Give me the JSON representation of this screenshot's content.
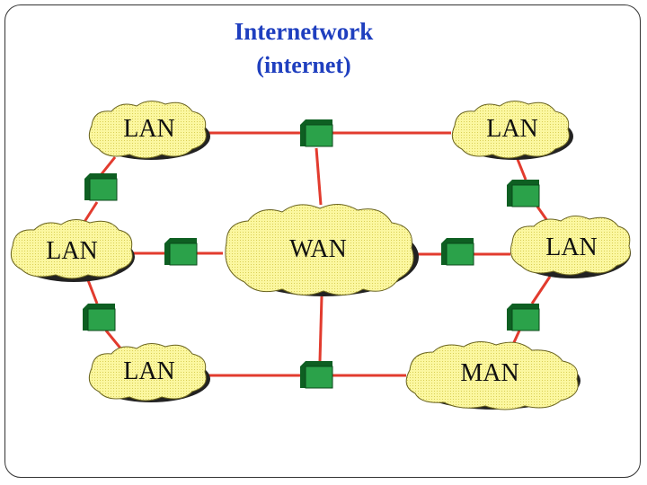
{
  "title": {
    "line1": "Internetwork",
    "line2": "(internet)"
  },
  "colors": {
    "title": "#1f3fbf",
    "cloud_fill": "#fbf7a0",
    "cloud_shadow": "#222222",
    "link": "#e23b2e",
    "router": "#1e8f3a"
  },
  "networks": [
    {
      "id": "lan-top-left",
      "label": "LAN"
    },
    {
      "id": "lan-top-right",
      "label": "LAN"
    },
    {
      "id": "lan-mid-left",
      "label": "LAN"
    },
    {
      "id": "wan-center",
      "label": "WAN"
    },
    {
      "id": "lan-mid-right",
      "label": "LAN"
    },
    {
      "id": "lan-bottom-left",
      "label": "LAN"
    },
    {
      "id": "man-bottom-right",
      "label": "MAN"
    }
  ],
  "routers": [
    {
      "id": "router-top"
    },
    {
      "id": "router-left-upper"
    },
    {
      "id": "router-right-upper"
    },
    {
      "id": "router-mid-left"
    },
    {
      "id": "router-mid-right"
    },
    {
      "id": "router-left-lower"
    },
    {
      "id": "router-right-lower"
    },
    {
      "id": "router-bottom"
    }
  ]
}
